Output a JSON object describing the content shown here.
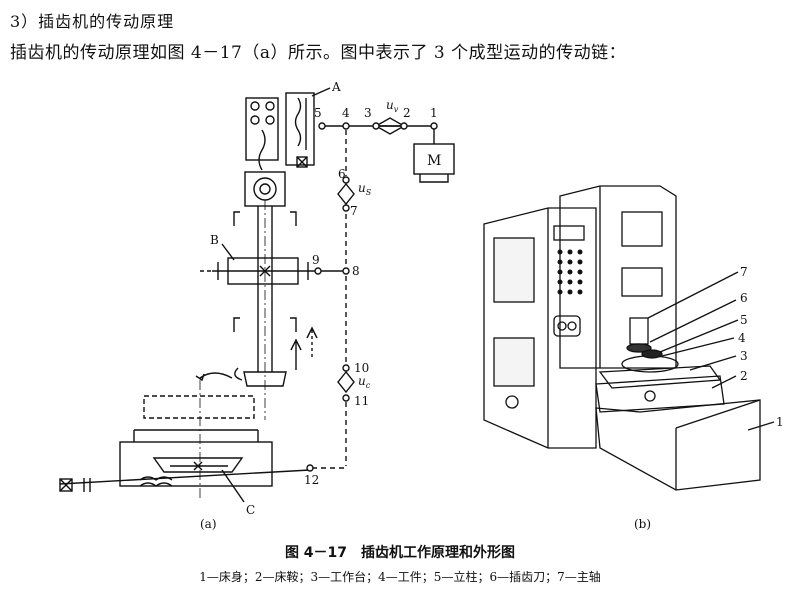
{
  "heading": "3）插齿机的传动原理",
  "intro": "插齿机的传动原理如图 4－17（a）所示。图中表示了 3 个成型运动的传动链：",
  "schematic": {
    "labels": {
      "A": "A",
      "B": "B",
      "C": "C",
      "M": "M"
    },
    "nodes": [
      "1",
      "2",
      "3",
      "4",
      "5",
      "6",
      "7",
      "8",
      "9",
      "10",
      "11",
      "12"
    ],
    "ratios": {
      "uv": "u",
      "uv_sub": "v",
      "us": "u",
      "us_sub": "S",
      "uc": "u",
      "uc_sub": "c"
    }
  },
  "parts": [
    "1",
    "2",
    "3",
    "4",
    "5",
    "6",
    "7"
  ],
  "subfig_a": "(a)",
  "subfig_b": "(b)",
  "figure_title": "图 4－17　插齿机工作原理和外形图",
  "legend": "1—床身；2—床鞍；3—工作台；4—工件；5—立柱；6—插齿刀；7—主轴"
}
